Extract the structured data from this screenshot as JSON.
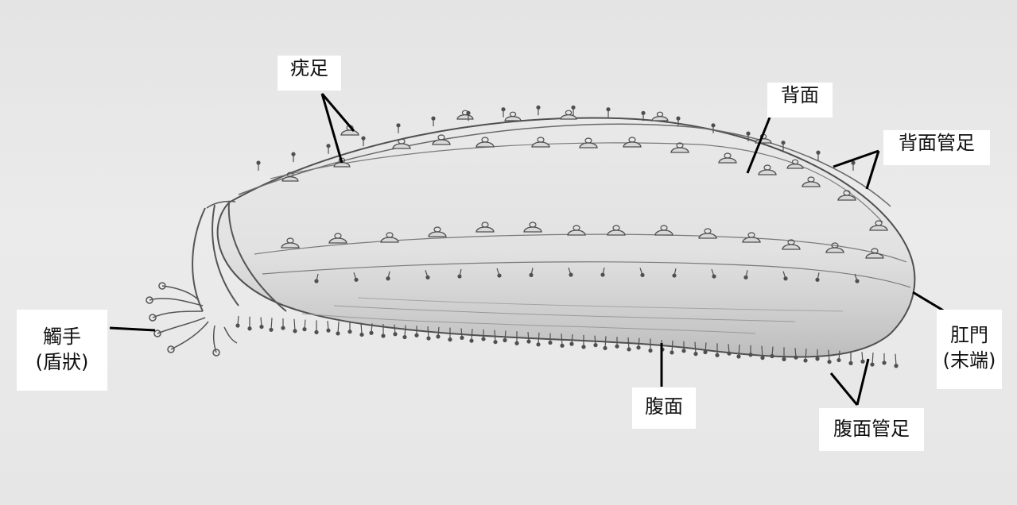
{
  "labels": {
    "parapodia": "疣足",
    "dorsal": "背面",
    "dorsal_tube_feet": "背面管足",
    "tentacles": "觸手\n(盾狀)",
    "anus": "肛門\n(末端)",
    "ventral": "腹面",
    "ventral_tube_feet": "腹面管足"
  },
  "colors": {
    "paper": "#e8e8e8",
    "pencil": "#4a4a4a",
    "leader_line": "#000000",
    "label_box": "#ffffff"
  }
}
